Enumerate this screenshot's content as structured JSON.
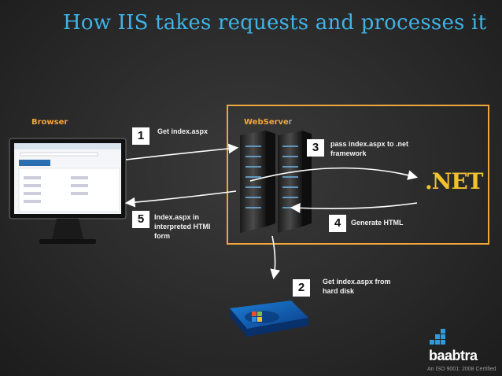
{
  "title": "How IIS takes requests and processes it",
  "labels": {
    "browser": "Browser",
    "webserver_main": "WebServe",
    "webserver_tail": "r"
  },
  "net_label": ".NET",
  "steps": [
    {
      "num": "1",
      "text": "Get index.aspx"
    },
    {
      "num": "2",
      "text": "Get index.aspx from hard disk"
    },
    {
      "num": "3",
      "text": "pass index.aspx  to .net framework"
    },
    {
      "num": "4",
      "text": "Generate HTML"
    },
    {
      "num": "5",
      "text": "Index.aspx in interpreted HTMl form"
    }
  ],
  "logo": {
    "word": "baabtra",
    "tagline": "An ISO 9001: 2008 Certified"
  },
  "colors": {
    "title": "#3fb3e6",
    "accent_orange": "#f0a63a",
    "net_yellow": "#f2c12e",
    "browser_label": "#f0a63a",
    "webserver_label": "#f0a63a"
  }
}
